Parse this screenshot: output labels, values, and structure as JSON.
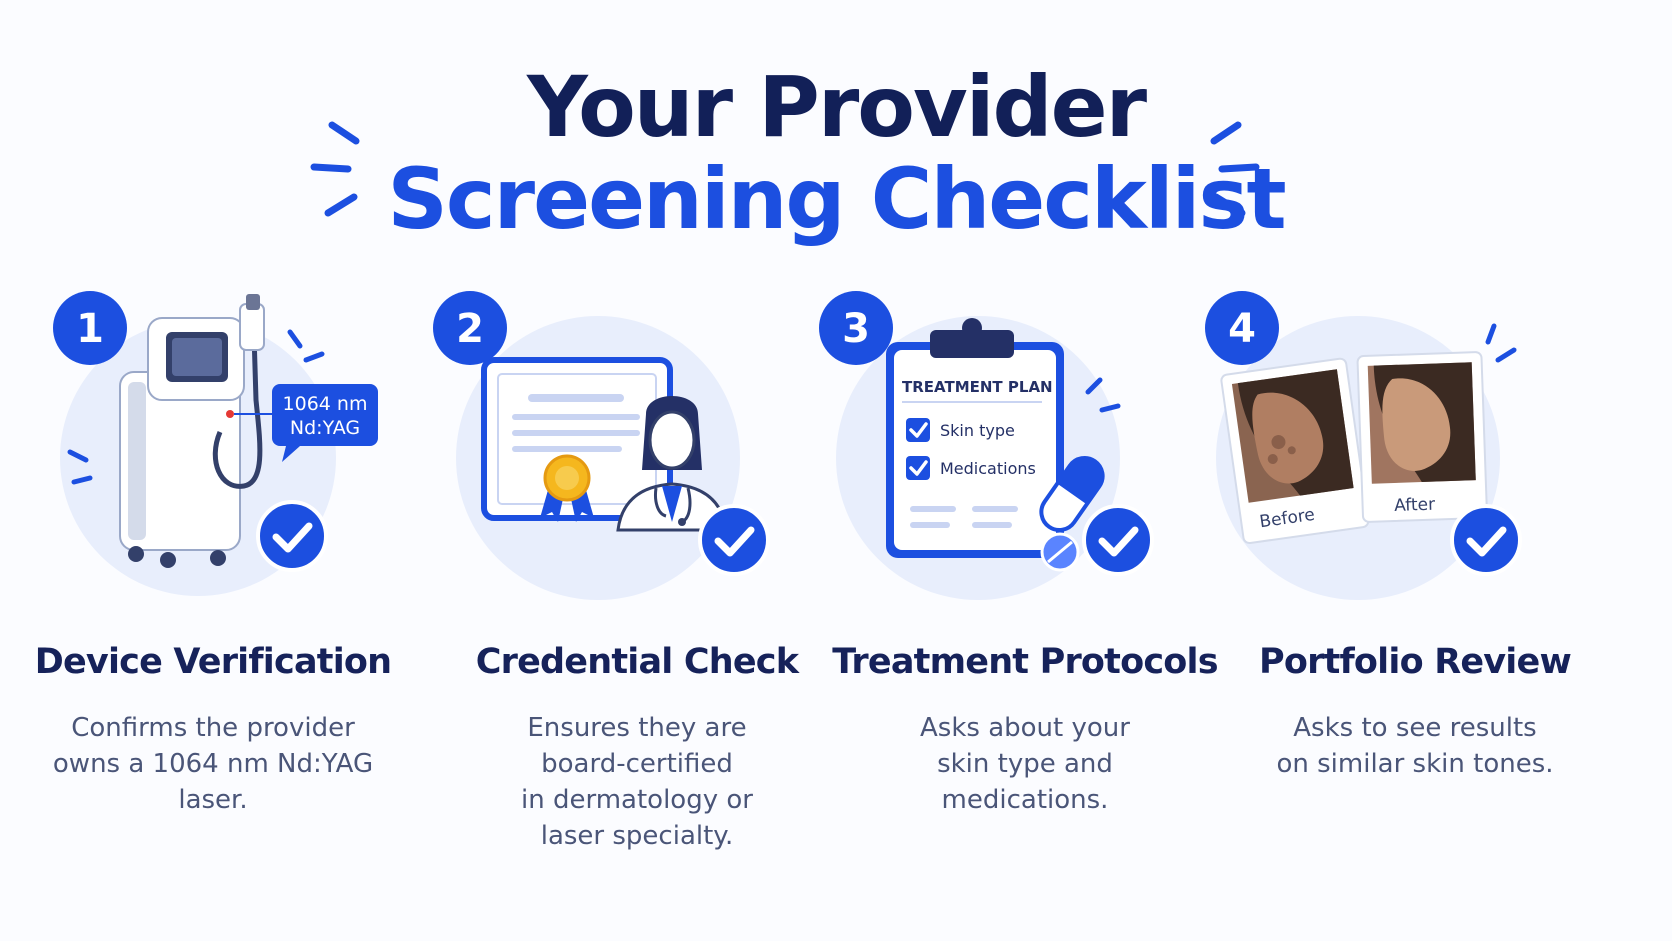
{
  "header": {
    "title_line1": "Your Provider",
    "title_line2": "Screening Checklist"
  },
  "colors": {
    "navy": "#16225a",
    "accent": "#1c4fe0",
    "circle_bg": "#e8eefc",
    "body_text": "#4a5578"
  },
  "steps": [
    {
      "number": "1",
      "title": "Device Verification",
      "desc_lines": [
        "Confirms the provider",
        "owns a 1064 nm Nd:YAG",
        "laser."
      ],
      "badge_line1": "1064 nm",
      "badge_line2": "Nd:YAG",
      "icons": [
        "laser-device-icon",
        "check-icon"
      ]
    },
    {
      "number": "2",
      "title": "Credential Check",
      "desc_lines": [
        "Ensures they are",
        "board-certified",
        "in dermatology or",
        "laser specialty."
      ],
      "icons": [
        "certificate-icon",
        "award-ribbon-icon",
        "doctor-icon",
        "check-icon"
      ]
    },
    {
      "number": "3",
      "title": "Treatment Protocols",
      "desc_lines": [
        "Asks about your",
        "skin type and",
        "medications."
      ],
      "plan_title": "TREATMENT PLAN",
      "plan_items": [
        "Skin type",
        "Medications"
      ],
      "icons": [
        "clipboard-icon",
        "pill-icon",
        "check-icon"
      ]
    },
    {
      "number": "4",
      "title": "Portfolio Review",
      "desc_lines": [
        "Asks to see results",
        "on similar skin tones."
      ],
      "photo_before": "Before",
      "photo_after": "After",
      "icons": [
        "before-after-photos-icon",
        "check-icon"
      ]
    }
  ]
}
